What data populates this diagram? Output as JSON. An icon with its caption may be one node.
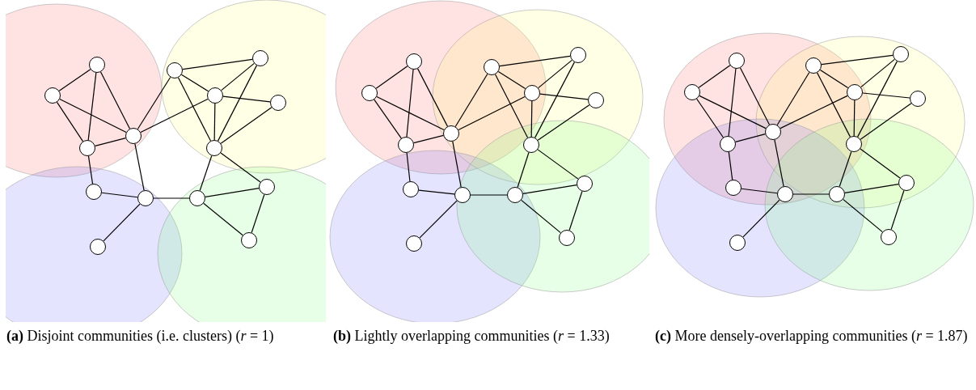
{
  "diagram": {
    "nodes": [
      {
        "text": [],
        "shape": "circle"
      },
      {
        "text": [],
        "shape": "circle"
      },
      {
        "text": [],
        "shape": "circle"
      },
      {
        "text": [],
        "shape": "circle"
      },
      {
        "text": [],
        "shape": "circle"
      },
      {
        "text": [],
        "shape": "circle"
      },
      {
        "text": [],
        "shape": "circle"
      },
      {
        "text": [],
        "shape": "circle"
      },
      {
        "text": [],
        "shape": "circle"
      },
      {
        "text": [],
        "shape": "circle"
      },
      {
        "text": [],
        "shape": "circle"
      },
      {
        "text": [],
        "shape": "circle"
      },
      {
        "text": [],
        "shape": "circle"
      },
      {
        "text": [],
        "shape": "circle"
      },
      {
        "text": [],
        "shape": "circle"
      },
      {
        "text": [],
        "shape": "circle"
      },
      {
        "text": [],
        "shape": "circle"
      },
      {
        "text": [],
        "shape": "circle"
      },
      {
        "text": [],
        "shape": "circle"
      },
      {
        "text": [],
        "shape": "circle"
      },
      {
        "text": [],
        "shape": "circle"
      },
      {
        "text": [],
        "shape": "circle"
      },
      {
        "text": [],
        "shape": "circle"
      },
      {
        "text": [],
        "shape": "circle"
      },
      {
        "text": [],
        "shape": "circle"
      },
      {
        "text": [],
        "shape": "circle"
      },
      {
        "text": [],
        "shape": "circle"
      },
      {
        "text": [],
        "shape": "circle"
      },
      {
        "text": [],
        "shape": "circle"
      },
      {
        "text": [],
        "shape": "circle"
      },
      {
        "text": [],
        "shape": "circle"
      },
      {
        "text": [],
        "shape": "circle"
      },
      {
        "text": [],
        "shape": "circle"
      },
      {
        "text": [],
        "shape": "circle"
      },
      {
        "text": [],
        "shape": "circle"
      },
      {
        "text": [],
        "shape": "circle"
      },
      {
        "text": [],
        "shape": "circle"
      },
      {
        "text": [],
        "shape": "circle"
      },
      {
        "text": [],
        "shape": "circle"
      },
      {
        "text": [],
        "shape": "circle"
      },
      {
        "text": [],
        "shape": "circle"
      },
      {
        "text": [],
        "shape": "circle"
      },
      {
        "text": [],
        "shape": "circle"
      },
      {
        "text": [],
        "shape": "circle"
      },
      {
        "text": [],
        "shape": "circle"
      }
    ],
    "edges": [
      {
        "from": 0,
        "to": 1,
        "arrow": "none"
      },
      {
        "from": 0,
        "to": 2,
        "arrow": "none"
      },
      {
        "from": 0,
        "to": 3,
        "arrow": "none"
      },
      {
        "from": 1,
        "to": 2,
        "arrow": "none"
      },
      {
        "from": 1,
        "to": 3,
        "arrow": "none"
      },
      {
        "from": 2,
        "to": 3,
        "arrow": "none"
      },
      {
        "from": 3,
        "to": 4,
        "arrow": "none"
      },
      {
        "from": 3,
        "to": 6,
        "arrow": "none"
      },
      {
        "from": 2,
        "to": 9,
        "arrow": "none"
      },
      {
        "from": 3,
        "to": 10,
        "arrow": "none"
      },
      {
        "from": 9,
        "to": 10,
        "arrow": "none"
      },
      {
        "from": 10,
        "to": 14,
        "arrow": "none"
      },
      {
        "from": 10,
        "to": 11,
        "arrow": "none"
      },
      {
        "from": 4,
        "to": 5,
        "arrow": "none"
      },
      {
        "from": 4,
        "to": 6,
        "arrow": "none"
      },
      {
        "from": 4,
        "to": 8,
        "arrow": "none"
      },
      {
        "from": 6,
        "to": 5,
        "arrow": "none"
      },
      {
        "from": 6,
        "to": 7,
        "arrow": "none"
      },
      {
        "from": 6,
        "to": 8,
        "arrow": "none"
      },
      {
        "from": 5,
        "to": 8,
        "arrow": "none"
      },
      {
        "from": 7,
        "to": 8,
        "arrow": "none"
      },
      {
        "from": 8,
        "to": 11,
        "arrow": "none"
      },
      {
        "from": 8,
        "to": 12,
        "arrow": "none"
      },
      {
        "from": 11,
        "to": 12,
        "arrow": "none"
      },
      {
        "from": 11,
        "to": 13,
        "arrow": "none"
      },
      {
        "from": 12,
        "to": 13,
        "arrow": "none"
      },
      {
        "from": 15,
        "to": 16,
        "arrow": "none"
      },
      {
        "from": 15,
        "to": 17,
        "arrow": "none"
      },
      {
        "from": 15,
        "to": 18,
        "arrow": "none"
      },
      {
        "from": 16,
        "to": 17,
        "arrow": "none"
      },
      {
        "from": 16,
        "to": 18,
        "arrow": "none"
      },
      {
        "from": 17,
        "to": 18,
        "arrow": "none"
      },
      {
        "from": 18,
        "to": 19,
        "arrow": "none"
      },
      {
        "from": 18,
        "to": 21,
        "arrow": "none"
      },
      {
        "from": 17,
        "to": 24,
        "arrow": "none"
      },
      {
        "from": 18,
        "to": 25,
        "arrow": "none"
      },
      {
        "from": 24,
        "to": 25,
        "arrow": "none"
      },
      {
        "from": 25,
        "to": 29,
        "arrow": "none"
      },
      {
        "from": 25,
        "to": 26,
        "arrow": "none"
      },
      {
        "from": 19,
        "to": 20,
        "arrow": "none"
      },
      {
        "from": 19,
        "to": 21,
        "arrow": "none"
      },
      {
        "from": 19,
        "to": 23,
        "arrow": "none"
      },
      {
        "from": 21,
        "to": 20,
        "arrow": "none"
      },
      {
        "from": 21,
        "to": 22,
        "arrow": "none"
      },
      {
        "from": 21,
        "to": 23,
        "arrow": "none"
      },
      {
        "from": 20,
        "to": 23,
        "arrow": "none"
      },
      {
        "from": 22,
        "to": 23,
        "arrow": "none"
      },
      {
        "from": 23,
        "to": 26,
        "arrow": "none"
      },
      {
        "from": 23,
        "to": 27,
        "arrow": "none"
      },
      {
        "from": 26,
        "to": 27,
        "arrow": "none"
      },
      {
        "from": 26,
        "to": 28,
        "arrow": "none"
      },
      {
        "from": 27,
        "to": 28,
        "arrow": "none"
      },
      {
        "from": 30,
        "to": 31,
        "arrow": "none"
      },
      {
        "from": 30,
        "to": 32,
        "arrow": "none"
      },
      {
        "from": 30,
        "to": 33,
        "arrow": "none"
      },
      {
        "from": 31,
        "to": 32,
        "arrow": "none"
      },
      {
        "from": 31,
        "to": 33,
        "arrow": "none"
      },
      {
        "from": 32,
        "to": 33,
        "arrow": "none"
      },
      {
        "from": 33,
        "to": 34,
        "arrow": "none"
      },
      {
        "from": 33,
        "to": 36,
        "arrow": "none"
      },
      {
        "from": 32,
        "to": 39,
        "arrow": "none"
      },
      {
        "from": 33,
        "to": 40,
        "arrow": "none"
      },
      {
        "from": 39,
        "to": 40,
        "arrow": "none"
      },
      {
        "from": 40,
        "to": 44,
        "arrow": "none"
      },
      {
        "from": 40,
        "to": 41,
        "arrow": "none"
      },
      {
        "from": 34,
        "to": 35,
        "arrow": "none"
      },
      {
        "from": 34,
        "to": 36,
        "arrow": "none"
      },
      {
        "from": 34,
        "to": 38,
        "arrow": "none"
      },
      {
        "from": 36,
        "to": 35,
        "arrow": "none"
      },
      {
        "from": 36,
        "to": 37,
        "arrow": "none"
      },
      {
        "from": 36,
        "to": 38,
        "arrow": "none"
      },
      {
        "from": 35,
        "to": 38,
        "arrow": "none"
      },
      {
        "from": 37,
        "to": 38,
        "arrow": "none"
      },
      {
        "from": 38,
        "to": 41,
        "arrow": "none"
      },
      {
        "from": 38,
        "to": 42,
        "arrow": "none"
      },
      {
        "from": 41,
        "to": 42,
        "arrow": "none"
      },
      {
        "from": 41,
        "to": 43,
        "arrow": "none"
      },
      {
        "from": 42,
        "to": 43,
        "arrow": "none"
      }
    ],
    "labels": [
      "**(a)** Disjoint communities (i.e. clusters) (*r* = 1)",
      "**(b)** Lightly overlapping communities (*r* = 1.33)",
      "**(c)** More densely-overlapping communities (*r* = 1.87)"
    ]
  }
}
